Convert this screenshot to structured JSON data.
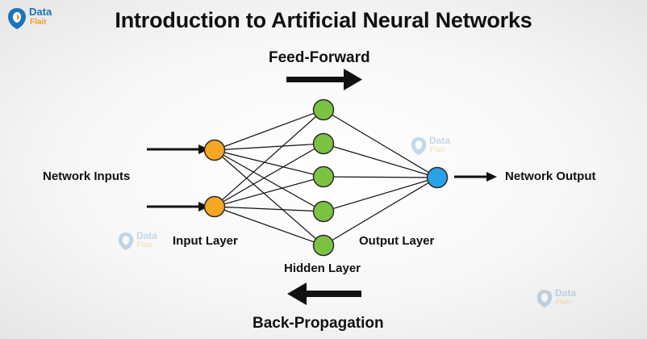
{
  "title": "Introduction to Artificial Neural Networks",
  "logo": {
    "line1": "Data",
    "line2": "Flair"
  },
  "flow": {
    "forward_label": "Feed-Forward",
    "backward_label": "Back-Propagation"
  },
  "labels": {
    "network_inputs": "Network Inputs",
    "network_output": "Network Output",
    "input_layer": "Input Layer",
    "hidden_layer": "Hidden Layer",
    "output_layer": "Output Layer"
  },
  "layers": [
    {
      "name": "input",
      "nodes": 2,
      "color": "#f5a623"
    },
    {
      "name": "hidden",
      "nodes": 5,
      "color": "#7cc242"
    },
    {
      "name": "output",
      "nodes": 1,
      "color": "#29a3e8"
    }
  ],
  "colors": {
    "text": "#111111",
    "edge": "#111111",
    "node_stroke": "#2b2b2b",
    "logo_blue": "#1b75bb",
    "logo_orange": "#f39c22"
  }
}
